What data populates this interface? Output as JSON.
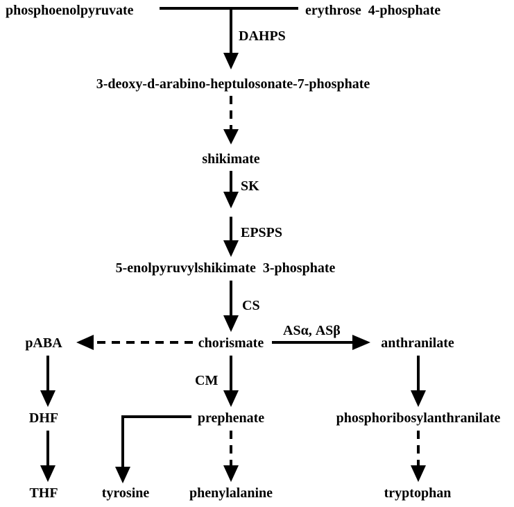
{
  "nodes": {
    "phosphoenolpyruvate": "phosphoenolpyruvate",
    "erythrose_4_phosphate": "erythrose  4-phosphate",
    "dahp": "3-deoxy-d-arabino-heptulosonate-7-phosphate",
    "shikimate": "shikimate",
    "esp": "5-enolpyruvylshikimate  3-phosphate",
    "chorismate": "chorismate",
    "paba": "pABA",
    "anthranilate": "anthranilate",
    "dhf": "DHF",
    "thf": "THF",
    "prephenate": "prephenate",
    "tyrosine": "tyrosine",
    "phenylalanine": "phenylalanine",
    "phosphoribosylanthranilate": "phosphoribosylanthranilate",
    "tryptophan": "tryptophan"
  },
  "enzymes": {
    "dahps": "DAHPS",
    "sk": "SK",
    "epsps": "EPSPS",
    "cs": "CS",
    "as": "ASα, ASβ",
    "cm": "CM"
  },
  "colors": {
    "ink": "#000000",
    "background": "#ffffff"
  }
}
